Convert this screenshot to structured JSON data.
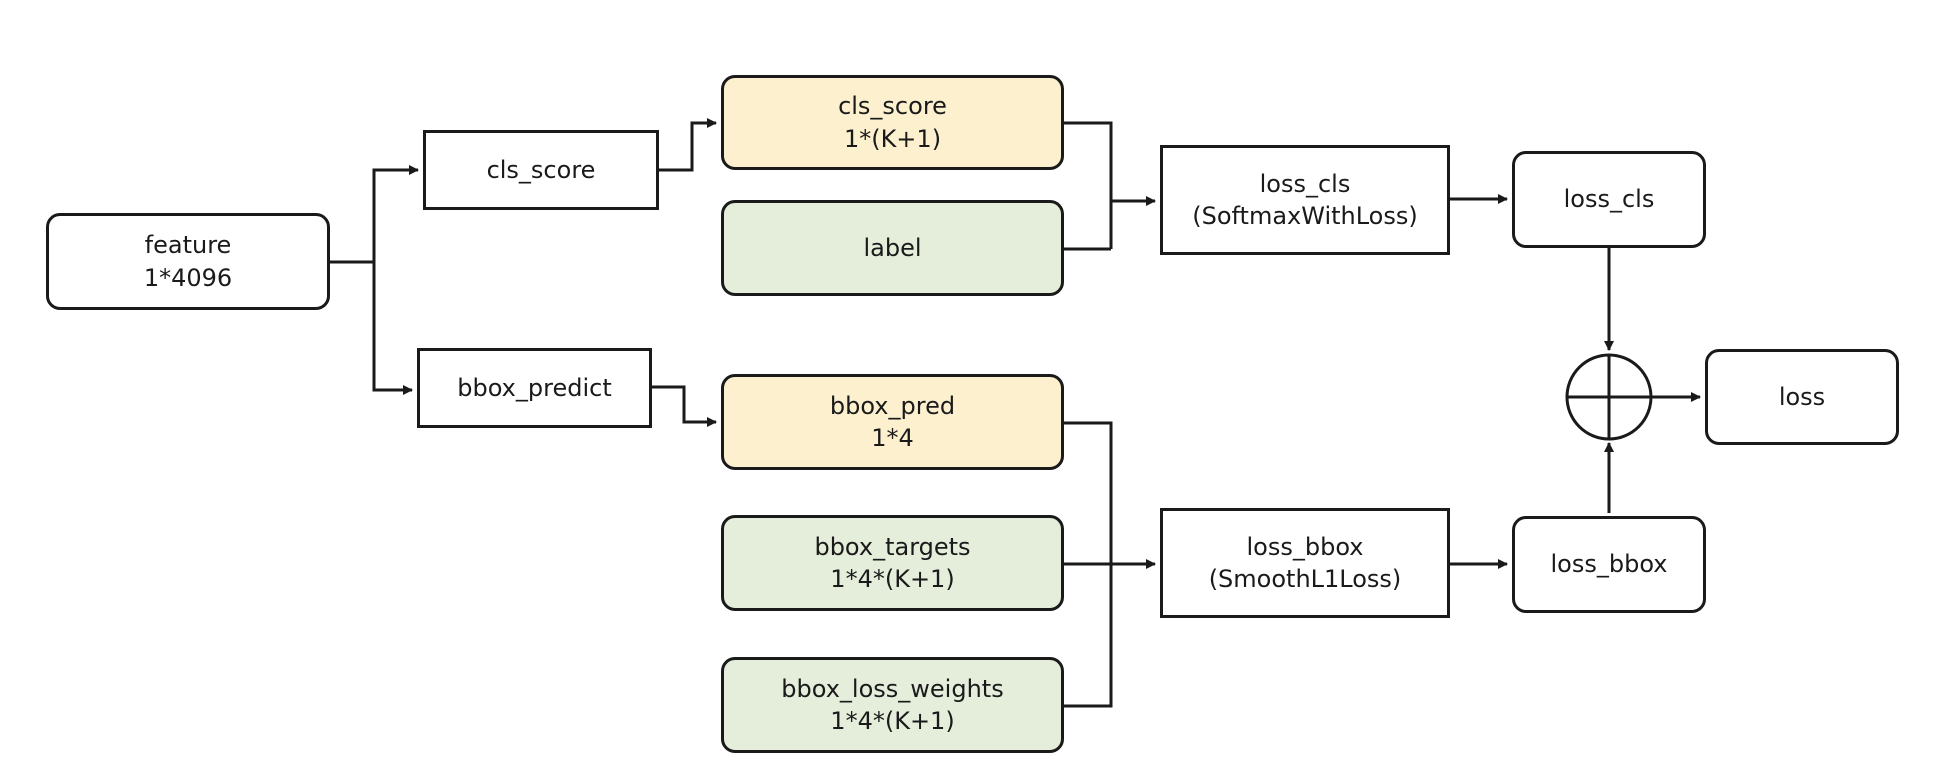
{
  "colors": {
    "yellow_fill": "#fcf0cf",
    "green_fill": "#e4eedb",
    "stroke": "#1a1a1a"
  },
  "nodes": {
    "feature": {
      "line1": "feature",
      "line2": "1*4096"
    },
    "cls_score_layer": {
      "line1": "cls_score"
    },
    "bbox_predict_layer": {
      "line1": "bbox_predict"
    },
    "cls_score_out": {
      "line1": "cls_score",
      "line2": "1*(K+1)"
    },
    "label": {
      "line1": "label"
    },
    "bbox_pred_out": {
      "line1": "bbox_pred",
      "line2": "1*4"
    },
    "bbox_targets": {
      "line1": "bbox_targets",
      "line2": "1*4*(K+1)"
    },
    "bbox_loss_weights": {
      "line1": "bbox_loss_weights",
      "line2": "1*4*(K+1)"
    },
    "loss_cls_layer": {
      "line1": "loss_cls",
      "line2": "(SoftmaxWithLoss)"
    },
    "loss_bbox_layer": {
      "line1": "loss_bbox",
      "line2": "(SmoothL1Loss)"
    },
    "loss_cls_out": {
      "line1": "loss_cls"
    },
    "loss_bbox_out": {
      "line1": "loss_bbox"
    },
    "loss_out": {
      "line1": "loss"
    }
  },
  "sum_symbol": "plus-circle"
}
